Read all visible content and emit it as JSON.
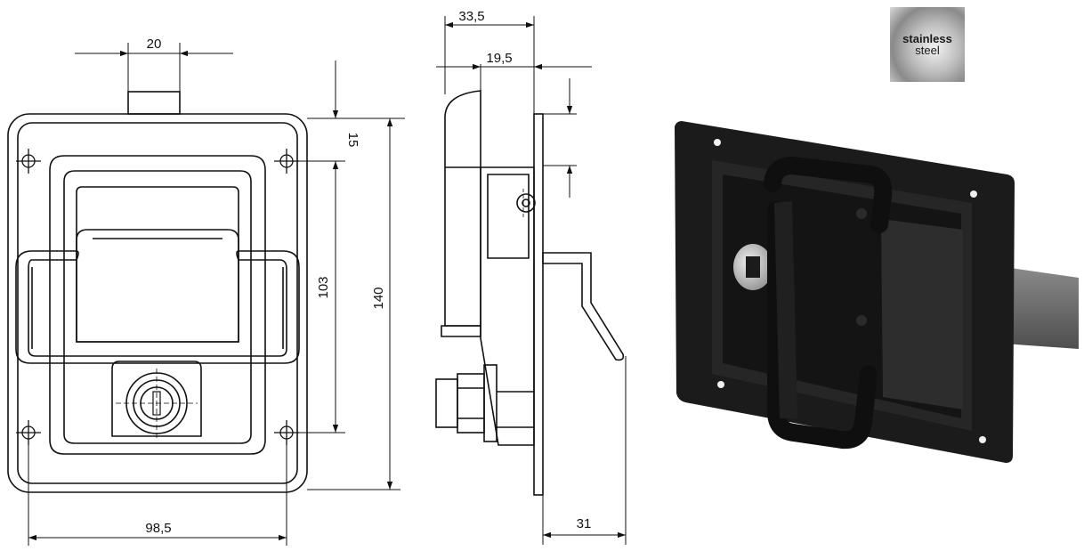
{
  "badge": {
    "line1": "stainless",
    "line2": "steel",
    "color_dark": "#1a1a1a"
  },
  "dimensions": {
    "bolt_width": "20",
    "bolt_projection": "15",
    "hole_spacing_vertical": "103",
    "overall_height": "140",
    "hole_spacing_horizontal": "98,5",
    "overall_depth": "33,5",
    "handle_depth": "19,5",
    "handle_lift": "31"
  },
  "colors": {
    "line": "#111111",
    "latch_black": "#1b1b1b",
    "bolt_steel": "#6e6e6e"
  }
}
